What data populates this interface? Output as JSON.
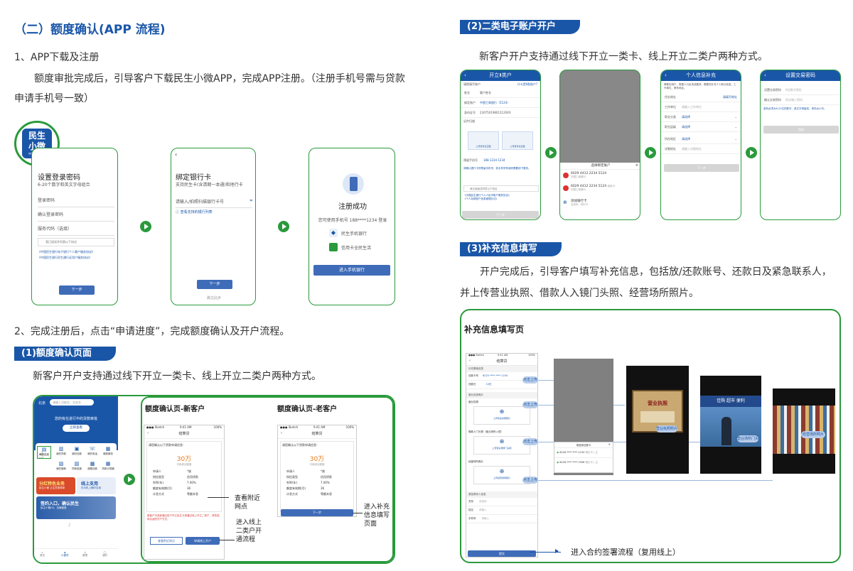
{
  "left": {
    "section_title": "（二）额度确认(APP 流程)",
    "step1_title": "1、APP下载及注册",
    "step1_body": "额度审批完成后，引导客户下载民生小微APP，完成APP注册。（注册手机号需与贷款申请手机号一致）",
    "logo_line1": "民生",
    "logo_line2": "小微",
    "logo_bank": "中国民生银行",
    "phone1": {
      "title": "设置登录密码",
      "subtitle": "6-20个数字和英文字母组合",
      "fields": [
        "登录密码",
        "确认登录密码",
        "服务代码（选填）"
      ],
      "agree": "我已阅读并同意以下协议",
      "links": [
        "《中国民生银行电子银行个人客户服务协议》",
        "《中国民生银行民生通行证用户服务协议》"
      ],
      "button": "下一步"
    },
    "phone2": {
      "title": "绑定银行卡",
      "subtitle": "支持民生卡(含清期一本通)和他行卡",
      "field": "请输入/拍照扫描银行卡号",
      "link": "查看支持的银行列表",
      "button": "下一步",
      "skip": "跳过此步"
    },
    "phone3": {
      "title": "注册成功",
      "desc": "您可使用手机号 188****1234 登录",
      "app1": "民生手机银行",
      "app2": "信用卡全民生活",
      "button": "进入手机银行"
    },
    "step2_title": "2、完成注册后，点击“申请进度”，完成额度确认及开户流程。",
    "sub1_pill": "(1)额度确认页面",
    "sub1_body": "新客户开户支持通过线下开立一类卡、线上开立二类户两种方式。",
    "app_home": {
      "location": "北京",
      "search": "请输入功能名、业务名",
      "banner1": "您的有在进行中的贷款审批",
      "banner_btn": "立即查看",
      "icons": [
        "申请进度",
        "我的贷款",
        "我的还款",
        "我的电话",
        "借款服务",
        "还款计算",
        "我的借款",
        "贷款进度",
        "我要还款",
        "贷款计算器"
      ],
      "promo1_title": "分红特色业务",
      "promo1_sub": "民生小微 让生意更简单",
      "promo2_title": "线上支用",
      "promo2_sub": "在手机上随时支用",
      "promo3_title": "签约入口，确认民生",
      "promo3_sub": "民生小微(5)，全面普惠",
      "tabs": [
        "首页",
        "小微贷",
        "管理",
        "我的"
      ]
    },
    "new_customer_label": "额度确认页-新客户",
    "old_customer_label": "额度确认页-老客户",
    "confirm_page": {
      "status": "Sketch",
      "time": "9:41 AM",
      "battery": "100%",
      "title": "结算贷",
      "intro": "请您确认以下贷款申请信息：",
      "amount": "30万",
      "amount_sub": "可用综合额度",
      "rows": [
        [
          "申请人",
          "*姚"
        ],
        [
          "授信类型",
          "信用贷款"
        ],
        [
          "利率(年)",
          "7.00%"
        ],
        [
          "额度有效期(月)",
          "36"
        ],
        [
          "计息方式",
          "等额本息"
        ]
      ],
      "notice": "新客户可选择通过线下开立民生卡或通过线上开立二类户，请您选择合适的开户方式。",
      "btn_left": "查看附近网点",
      "btn_right": "申请线上开户",
      "btn_old": "下一步"
    },
    "callout_nearby": "查看附近网点",
    "callout_online": "进入线上二类户开通流程",
    "callout_fill": "进入补充信息填写页面"
  },
  "right": {
    "sub2_pill": "(2)二类电子账户开户",
    "sub2_body": "新客户开户支持通过线下开立一类卡、线上开立二类户两种方式。",
    "acct_phone1": {
      "title": "开立Ⅱ类户",
      "section": "请提填写账户",
      "help": "什么是Ⅱ类账户?",
      "rows": [
        [
          "姓名",
          "客户姓名"
        ],
        [
          "绑定账户",
          "中国工商银行（5124）"
        ],
        [
          "身份证号",
          "230750198012120XX"
        ]
      ],
      "id_label": "证件扫描",
      "id_front": "上传身份证正面",
      "id_back": "上传身份证反面",
      "phone_label": "预留手机号",
      "phone_val": "188 1234 1234",
      "note": "请确认银行卡的预留手机号，若手机号有误则需要线下更改。",
      "agree": "我已阅读并同意以下协议",
      "links": [
        "《中国民生银行个人人民币账户服务协议》",
        "《个人存款账户信息管理办法》"
      ],
      "button": "下一步"
    },
    "acct_phone2": {
      "sheet_title": "选择绑定账户",
      "cards": [
        {
          "num": "6029 4412 2234 5124",
          "bank": "中国工商银行"
        },
        {
          "num": "6029 4412 2234 5124",
          "bank": "中国工商银行",
          "tag": "信用卡"
        }
      ],
      "add": "添加银行卡",
      "add_sub": "支持本、他行卡"
    },
    "acct_phone3": {
      "title": "个人信息补充",
      "intro": "尊敬的用户，根据人行反洗钱要求，需要您补充个人职业信息、工作单位、联系地址。",
      "rows": [
        [
          "住址地址",
          "请填写地址"
        ],
        [
          "工作单位",
          "请输入工作单位"
        ],
        [
          "职业分类",
          "请选择"
        ],
        [
          "职业层级",
          "请选择"
        ],
        [
          "所在地区",
          "请选择"
        ],
        [
          "详细地址",
          "请输入详细地址"
        ]
      ],
      "button": "下一步"
    },
    "acct_phone4": {
      "title": "设置交易密码",
      "rows": [
        [
          "设置交易密码",
          "6位数字密码"
        ],
        [
          "确认交易密码",
          "再次输入密码"
        ]
      ],
      "note": "密码必须为6-20位的数字、英文字母组成，请勿太小写。",
      "button": "完成"
    },
    "sub3_pill": "(3)补充信息填写",
    "sub3_body": "开户完成后，引导客户填写补充信息，包括放/还款账号、还款日及紧急联系人，并上传营业执照、借款人入镜门头照、经营场所照片。",
    "panel_title": "补充信息填写页",
    "fill_page": {
      "status": "Sketch",
      "time": "9:41 AM",
      "battery": "100%",
      "title": "结算贷",
      "sec1": "补充基础信息",
      "row1": [
        "还款卡号",
        "6225 **** **** 1234"
      ],
      "row2": [
        "还款日",
        "10日"
      ],
      "sec2": "营业信息照片",
      "label1": "营业执照",
      "upload1": "上传营业执照照片",
      "label2": "借款人门头照（营业场所入镜）",
      "upload2": "上传营业场所门头照",
      "label3": "经营场所照片",
      "upload3": "上传经营场所照片",
      "sec3": "紧急联系人信息",
      "c_rows": [
        [
          "关系",
          "请选择"
        ],
        [
          "姓名",
          "请输入"
        ],
        [
          "手机号",
          "请输入"
        ]
      ],
      "button": "提交",
      "popup_title": "请选择还款卡",
      "popup_cards": [
        {
          "num": "6228 **** **** 1234",
          "tag": "借记卡 | 主"
        },
        {
          "num": "6228 **** **** 3356",
          "tag": "借记卡 | 主"
        }
      ],
      "pill_label": "点击上传"
    },
    "license_text": "营业执照",
    "license_tag": "营业执照照片",
    "storefront_tag": "营业场所门头",
    "interior_tag": "经营场所照片",
    "signage": "佳购 超市 便利",
    "callout_sign": "进入合约签署流程（复用线上）"
  },
  "colors": {
    "primary": "#1a56a8",
    "green": "#2a9a3c"
  }
}
